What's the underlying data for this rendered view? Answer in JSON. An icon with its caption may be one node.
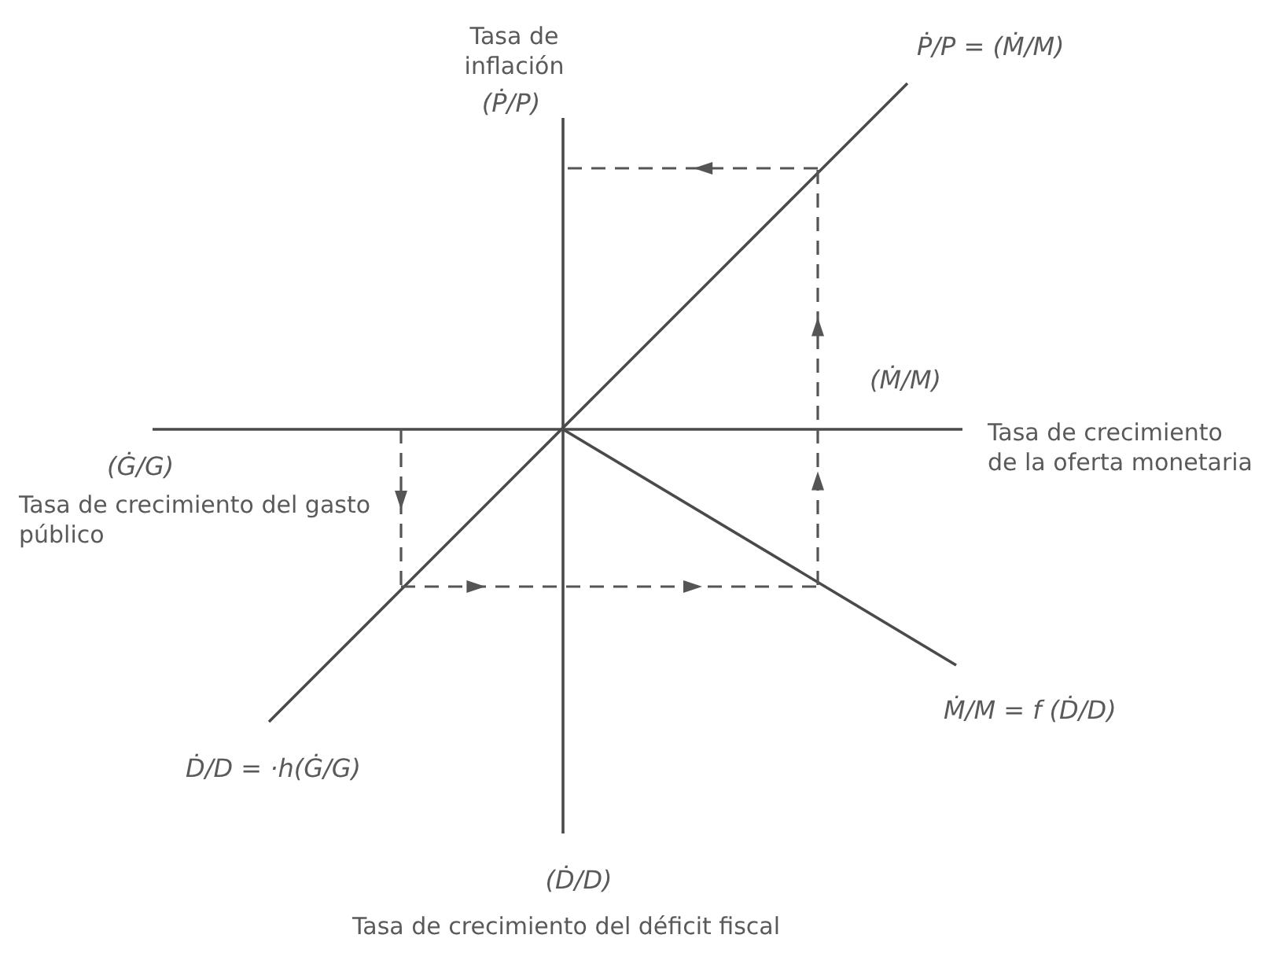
{
  "diagram": {
    "labels": [
      "Tasa de inflación",
      "(Ṗ/P)",
      "Ṗ/P = (Ṁ/M)",
      "(Ṁ/M)",
      "Tasa de crecimiento de la oferta monetaria",
      "(Ġ/G)",
      "Tasa de crecimiento del gasto público",
      "Ṁ/M = f (Ḋ/D)",
      "Ḋ/D = ·h(Ġ/G)",
      "(Ḋ/D)",
      "Tasa de crecimiento del déficit fiscal"
    ]
  }
}
